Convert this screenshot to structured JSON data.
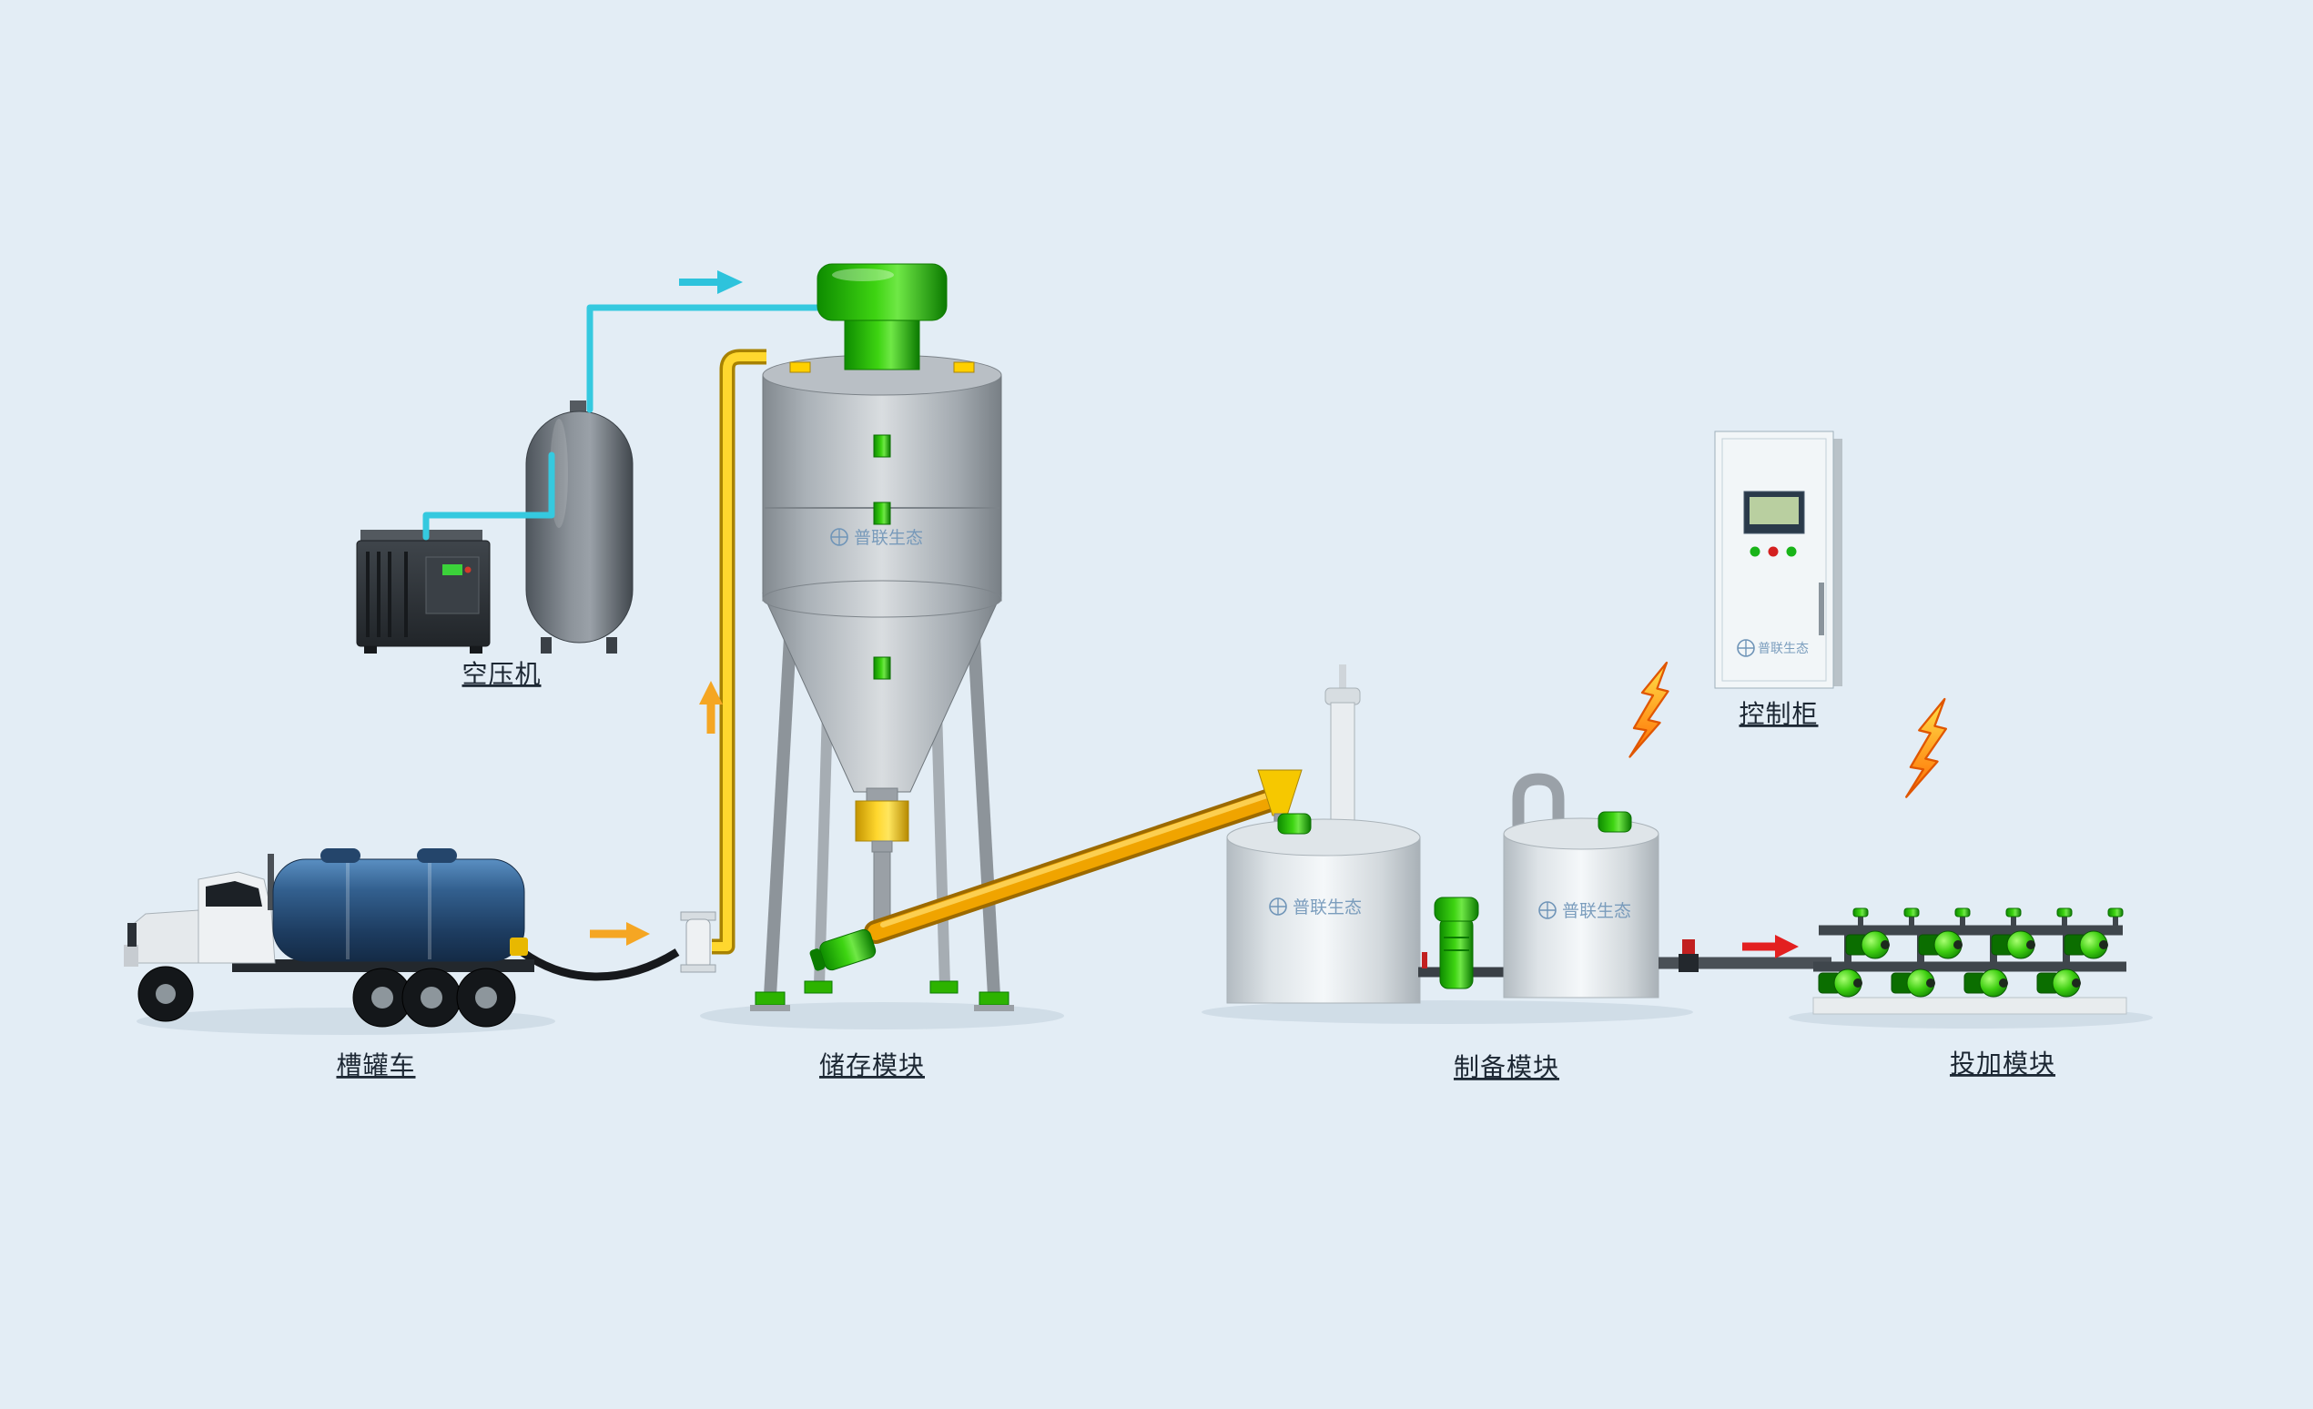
{
  "labels": {
    "air_compressor": "空压机",
    "tanker_truck": "槽罐车",
    "storage_module": "储存模块",
    "preparation_module": "制备模块",
    "control_cabinet": "控制柜",
    "dosing_module": "投加模块"
  },
  "watermark": "普联生态",
  "colors": {
    "background": "#e3edf5",
    "silo_gray": "#b9bfc5",
    "equipment_green": "#2fc30b",
    "pipe_yellow": "#ffd72e",
    "pipe_cyan": "#35c9df",
    "conveyor_orange": "#f0a400",
    "truck_blue": "#2c5684",
    "arrow_orange": "#f5a623",
    "arrow_red": "#e32020",
    "lightning_orange": "#ff7300",
    "label_text": "#1c2733",
    "watermark_blue": "#7095b8"
  }
}
